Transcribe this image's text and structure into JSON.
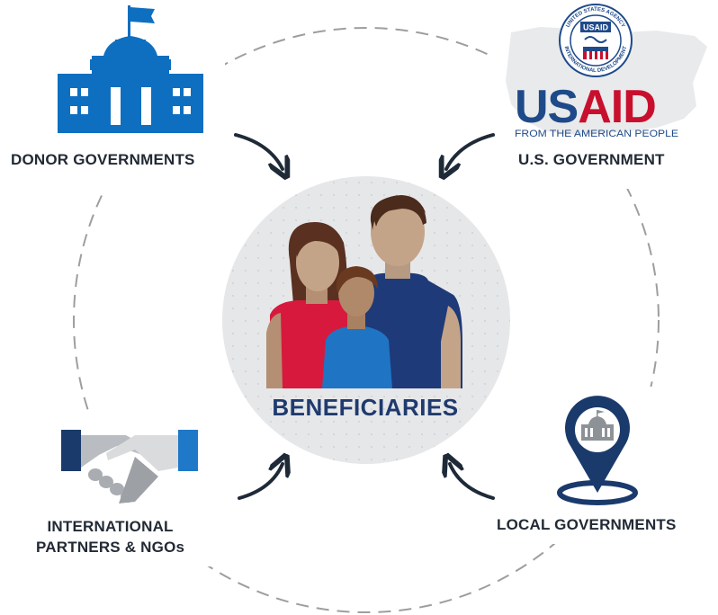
{
  "center": {
    "title": "BENEFICIARIES"
  },
  "nodes": {
    "donor_governments": {
      "label": "DONOR GOVERNMENTS"
    },
    "us_government": {
      "label": "U.S. GOVERNMENT",
      "logo_wordmark_us": "US",
      "logo_wordmark_aid": "AID",
      "logo_tagline": "FROM THE AMERICAN PEOPLE",
      "seal_text_top": "UNITED STATES AGENCY",
      "seal_text_bottom": "INTERNATIONAL DEVELOPMENT",
      "seal_badge": "USAID"
    },
    "international_partners": {
      "label_line1": "INTERNATIONAL",
      "label_line2": "PARTNERS & NGOs"
    },
    "local_governments": {
      "label": "LOCAL GOVERNMENTS"
    }
  },
  "colors": {
    "building_blue": "#0e6fc0",
    "navy": "#1a3a6c",
    "usaid_red": "#c8102e",
    "usaid_blue": "#1f4a8a",
    "arrow": "#1e2a38",
    "dashed_ring": "#9e9e9e",
    "center_circle": "#e6e7e9"
  }
}
